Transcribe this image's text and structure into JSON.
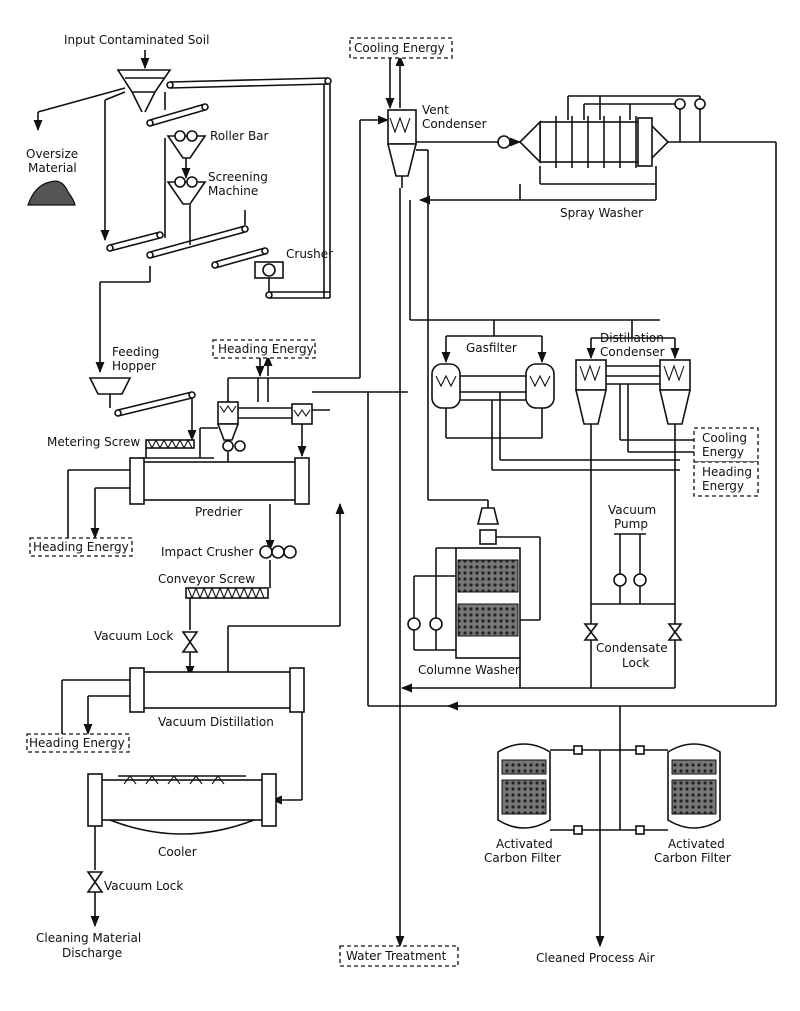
{
  "labels": {
    "input_soil": "Input Contaminated Soil",
    "oversize_1": "Oversize",
    "oversize_2": "Material",
    "roller_bar": "Roller Bar",
    "screening_1": "Screening",
    "screening_2": "Machine",
    "crusher": "Crusher",
    "feeding_1": "Feeding",
    "feeding_2": "Hopper",
    "metering_screw": "Metering Screw",
    "predrier": "Predrier",
    "heading_energy_predrier": "Heading Energy",
    "heading_energy_top": "Heading Energy",
    "impact_crusher": "Impact Crusher",
    "conveyor_screw": "Conveyor Screw",
    "vacuum_lock_1": "Vacuum Lock",
    "vacuum_distillation": "Vacuum Distillation",
    "heading_energy_vd": "Heading Energy",
    "cooler": "Cooler",
    "vacuum_lock_2": "Vacuum Lock",
    "cleaning_1": "Cleaning Material",
    "cleaning_2": "Discharge",
    "cooling_energy_top": "Cooling Energy",
    "vent_1": "Vent",
    "vent_2": "Condenser",
    "spray_washer": "Spray Washer",
    "gasfilter": "Gasfilter",
    "dist_cond_1": "Distillation",
    "dist_cond_2": "Condenser",
    "cooling_energy_r1": "Cooling",
    "cooling_energy_r2": "Energy",
    "heading_energy_r1": "Heading",
    "heading_energy_r2": "Energy",
    "vacuum_pump_1": "Vacuum",
    "vacuum_pump_2": "Pump",
    "condensate_1": "Condensate",
    "condensate_2": "Lock",
    "columne_washer": "Columne Washer",
    "water_treatment": "Water Treatment",
    "carbon_left_1": "Activated",
    "carbon_left_2": "Carbon Filter",
    "carbon_right_1": "Activated",
    "carbon_right_2": "Carbon Filter",
    "cleaned_air": "Cleaned Process Air"
  }
}
